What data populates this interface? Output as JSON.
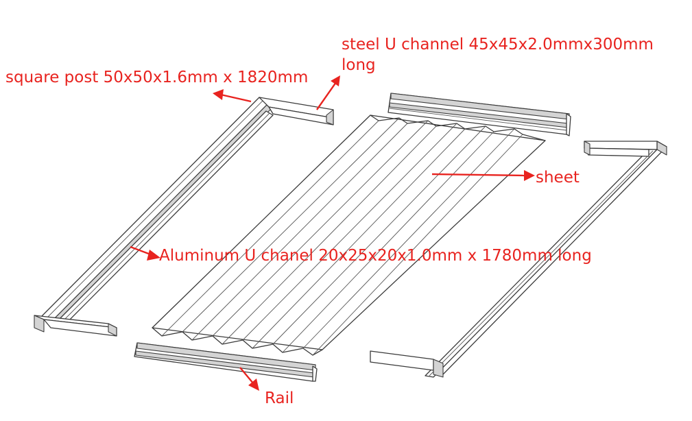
{
  "labels": {
    "steel_channel_line1": "steel U channel 45x45x2.0mmx300mm",
    "steel_channel_line2": "long",
    "square_post": "square post 50x50x1.6mm x 1820mm",
    "sheet": "sheet",
    "aluminum_channel": "Aluminum U chanel 20x25x20x1.0mm x 1780mm long",
    "rail": "Rail"
  },
  "colors": {
    "annotation_red": "#e8231f",
    "line_gray": "#3a3a3a",
    "shade_gray": "#d4d4d4",
    "background": "#ffffff"
  }
}
